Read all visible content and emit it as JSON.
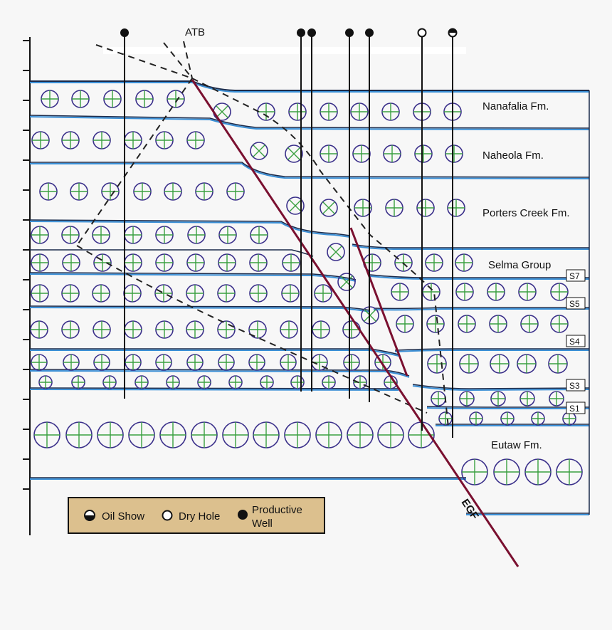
{
  "fault_labels": {
    "atb": "ATB",
    "egf": "EGF"
  },
  "formations": {
    "nanafalia": "Nanafalia Fm.",
    "naheola": "Naheola Fm.",
    "porters_creek": "Porters Creek Fm.",
    "selma": "Selma Group",
    "eutaw": "Eutaw Fm."
  },
  "sequence_boxes": [
    "S7",
    "S5",
    "S4",
    "S3",
    "S1"
  ],
  "legend": {
    "oil_show": "Oil Show",
    "dry_hole": "Dry Hole",
    "productive_line1": "Productive",
    "productive_line2": "Well"
  },
  "colors": {
    "background": "#f7f7f7",
    "bed_line": "#1a2a4a",
    "bed_highlight": "#3a8fd6",
    "fault": "#7a1030",
    "circle": "#3a2f8a",
    "cross": "#3aa040",
    "legend_fill": "#dcc08e",
    "dashed": "#222222"
  }
}
